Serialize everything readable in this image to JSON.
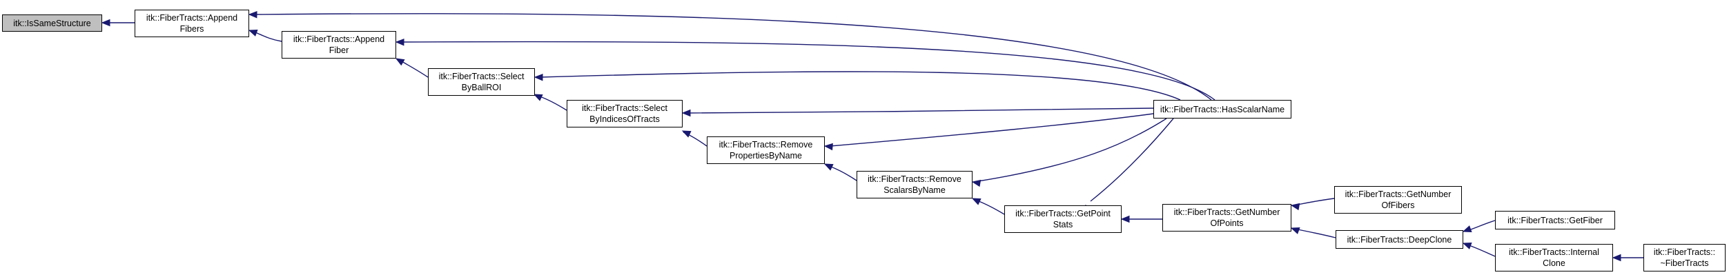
{
  "graph": {
    "nodes": {
      "is_same_structure": "itk::IsSameStructure",
      "append_fibers": "itk::FiberTracts::Append\nFibers",
      "append_fiber": "itk::FiberTracts::Append\nFiber",
      "select_by_ball_roi": "itk::FiberTracts::Select\nByBallROI",
      "select_by_indices": "itk::FiberTracts::Select\nByIndicesOfTracts",
      "remove_properties": "itk::FiberTracts::Remove\nPropertiesByName",
      "remove_scalars": "itk::FiberTracts::Remove\nScalarsByName",
      "get_point_stats": "itk::FiberTracts::GetPoint\nStats",
      "has_scalar_name": "itk::FiberTracts::HasScalarName",
      "get_number_of_points": "itk::FiberTracts::GetNumber\nOfPoints",
      "get_number_of_fibers": "itk::FiberTracts::GetNumber\nOfFibers",
      "deep_clone": "itk::FiberTracts::DeepClone",
      "get_fiber": "itk::FiberTracts::GetFiber",
      "internal_clone": "itk::FiberTracts::Internal\nClone",
      "destructor": "itk::FiberTracts::\n~FiberTracts"
    }
  }
}
